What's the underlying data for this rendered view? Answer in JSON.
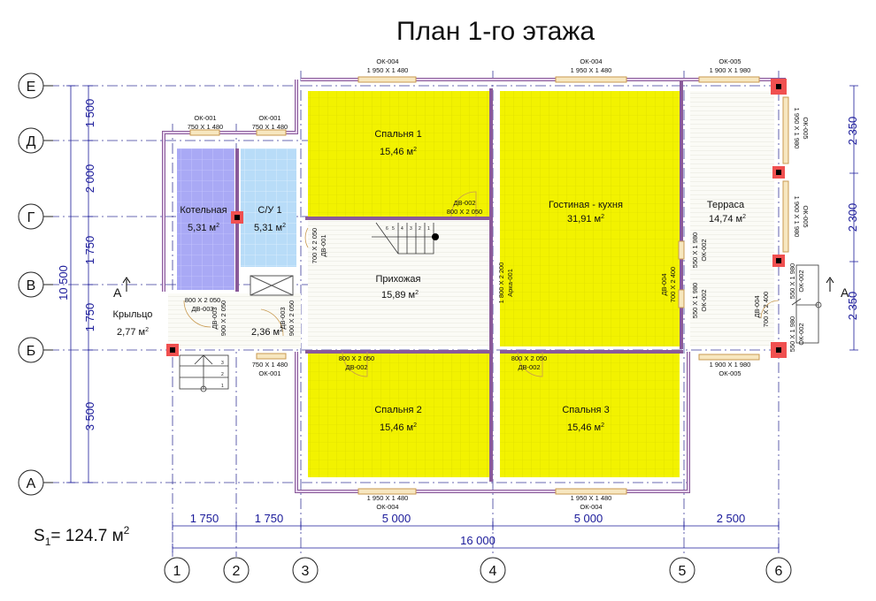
{
  "title": "План 1-го этажа",
  "total_area": {
    "label": "S",
    "sub": "1",
    "value": "= 124.7 м",
    "sup": "2"
  },
  "axes": {
    "columns": [
      "1",
      "2",
      "3",
      "4",
      "5",
      "6"
    ],
    "rows": [
      "Е",
      "Д",
      "Г",
      "В",
      "Б",
      "А"
    ]
  },
  "dims": {
    "left": [
      "1 500",
      "2 000",
      "1 750",
      "1 750",
      "3 500"
    ],
    "left_total": "10 500",
    "right": [
      "2 350",
      "2 300",
      "2 350"
    ],
    "bottom": [
      "1 750",
      "1 750",
      "5 000",
      "5 000",
      "2 500"
    ],
    "bottom_total": "16 000"
  },
  "rooms": {
    "bedroom1": {
      "name": "Спальня 1",
      "area": "15,46 м",
      "sup": "2"
    },
    "living": {
      "name": "Гостиная - кухня",
      "area": "31,91 м",
      "sup": "2"
    },
    "terrace": {
      "name": "Терраса",
      "area": "14,74 м",
      "sup": "2"
    },
    "boiler": {
      "name": "Котельная",
      "area": "5,31 м",
      "sup": "2"
    },
    "bath": {
      "name": "С/У 1",
      "area": "5,31 м",
      "sup": "2"
    },
    "hall": {
      "name": "Прихожая",
      "area": "15,89 м",
      "sup": "2"
    },
    "porch": {
      "name": "Крыльцо",
      "area": "2,77 м",
      "sup": "2"
    },
    "vestibule": {
      "area": "2,36 м",
      "sup": "2"
    },
    "bedroom2": {
      "name": "Спальня 2",
      "area": "15,46 м",
      "sup": "2"
    },
    "bedroom3": {
      "name": "Спальня 3",
      "area": "15,46 м",
      "sup": "2"
    }
  },
  "openings": {
    "ok004": "ОК-004",
    "w1950x1480": "1 950 X 1 480",
    "ok005": "ОК-005",
    "w1900x1980": "1 900 X 1 980",
    "w1950x1980": "1 950 X 1 980",
    "ok001": "ОК-001",
    "w750x1480": "750 X 1 480",
    "ok002": "ОК-002",
    "w550x1980": "550 X 1 980",
    "dv001": "ДВ-001",
    "d700x2050": "700 X 2 050",
    "dv002": "ДВ-002",
    "d800x2050": "800 X 2 050",
    "dv003": "ДВ-003",
    "d900x2050": "900 X 2 050",
    "dv004": "ДВ-004",
    "d700x2400": "700 X 2 400",
    "arch": "Арка-001",
    "a1800x2200": "1 800 X 2 200",
    "section": "А",
    "steps": [
      "1",
      "2",
      "3",
      "4",
      "5",
      "6"
    ],
    "porch_steps": [
      "1",
      "2",
      "3"
    ]
  },
  "colors": {
    "bedroom": "#f2f200",
    "boiler": "#a9a9f5",
    "bath": "#b8dcf8",
    "wall": "#c9a3d6",
    "column": "#f05050",
    "dim": "#1a1a9a"
  }
}
